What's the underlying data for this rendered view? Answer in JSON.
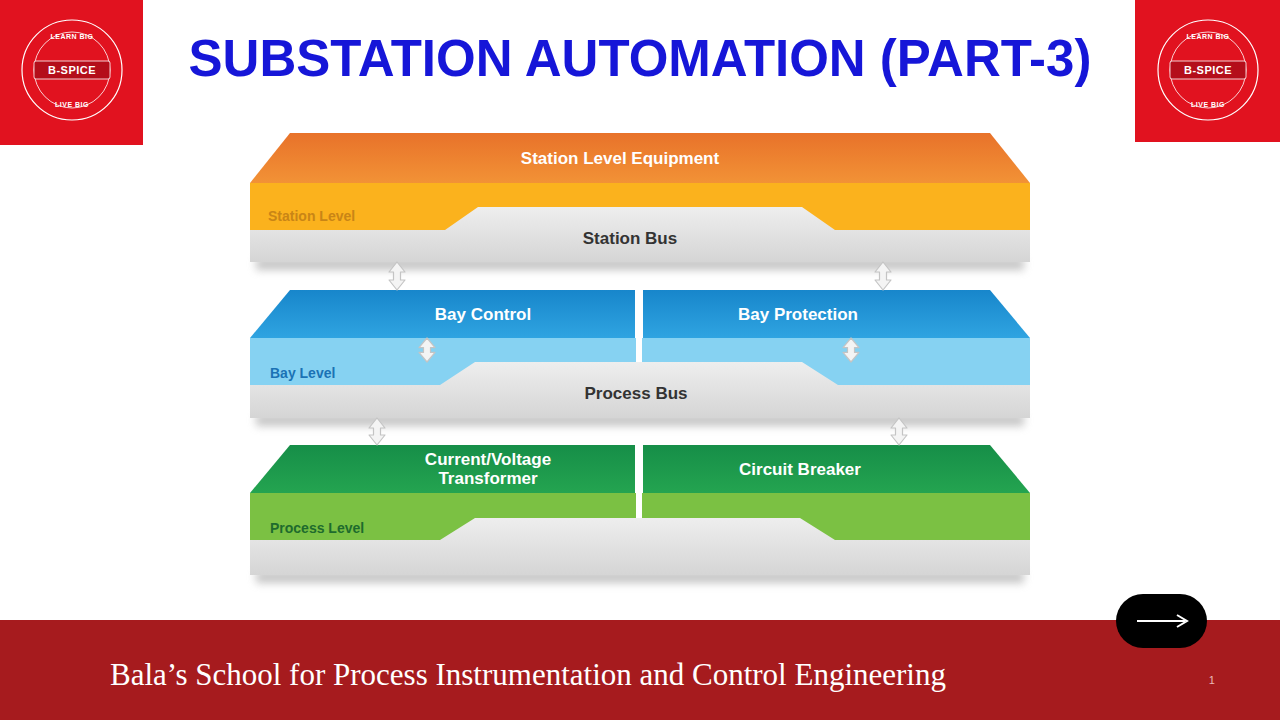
{
  "diagram": {
    "title": "SUBSTATION AUTOMATION (PART-3)",
    "nodes": [
      {
        "text": [
          "Station Level Equipment"
        ]
      },
      {
        "text": [
          "Station Level"
        ]
      },
      {
        "text": [
          "Station Bus"
        ]
      },
      {
        "text": [
          "Bay Control"
        ]
      },
      {
        "text": [
          "Bay Protection"
        ]
      },
      {
        "text": [
          "Bay Level"
        ]
      },
      {
        "text": [
          "Process Bus"
        ]
      },
      {
        "text": [
          "Current/Voltage Transformer"
        ]
      },
      {
        "text": [
          "Circuit Breaker"
        ]
      },
      {
        "text": [
          "Process Level"
        ]
      }
    ],
    "edges": [
      {
        "from": 2,
        "to": 3,
        "arrow": "both"
      },
      {
        "from": 2,
        "to": 4,
        "arrow": "both"
      },
      {
        "from": 3,
        "to": 6,
        "arrow": "both"
      },
      {
        "from": 4,
        "to": 6,
        "arrow": "both"
      },
      {
        "from": 6,
        "to": 7,
        "arrow": "both"
      },
      {
        "from": 6,
        "to": 8,
        "arrow": "both"
      }
    ],
    "labels": [
      "LEARN BIG",
      "B-SPICE",
      "LIVE BIG",
      "LEARN BIG",
      "B-SPICE",
      "LIVE BIG",
      "Bala’s School for Process Instrumentation and Control Engineering",
      "1"
    ]
  }
}
